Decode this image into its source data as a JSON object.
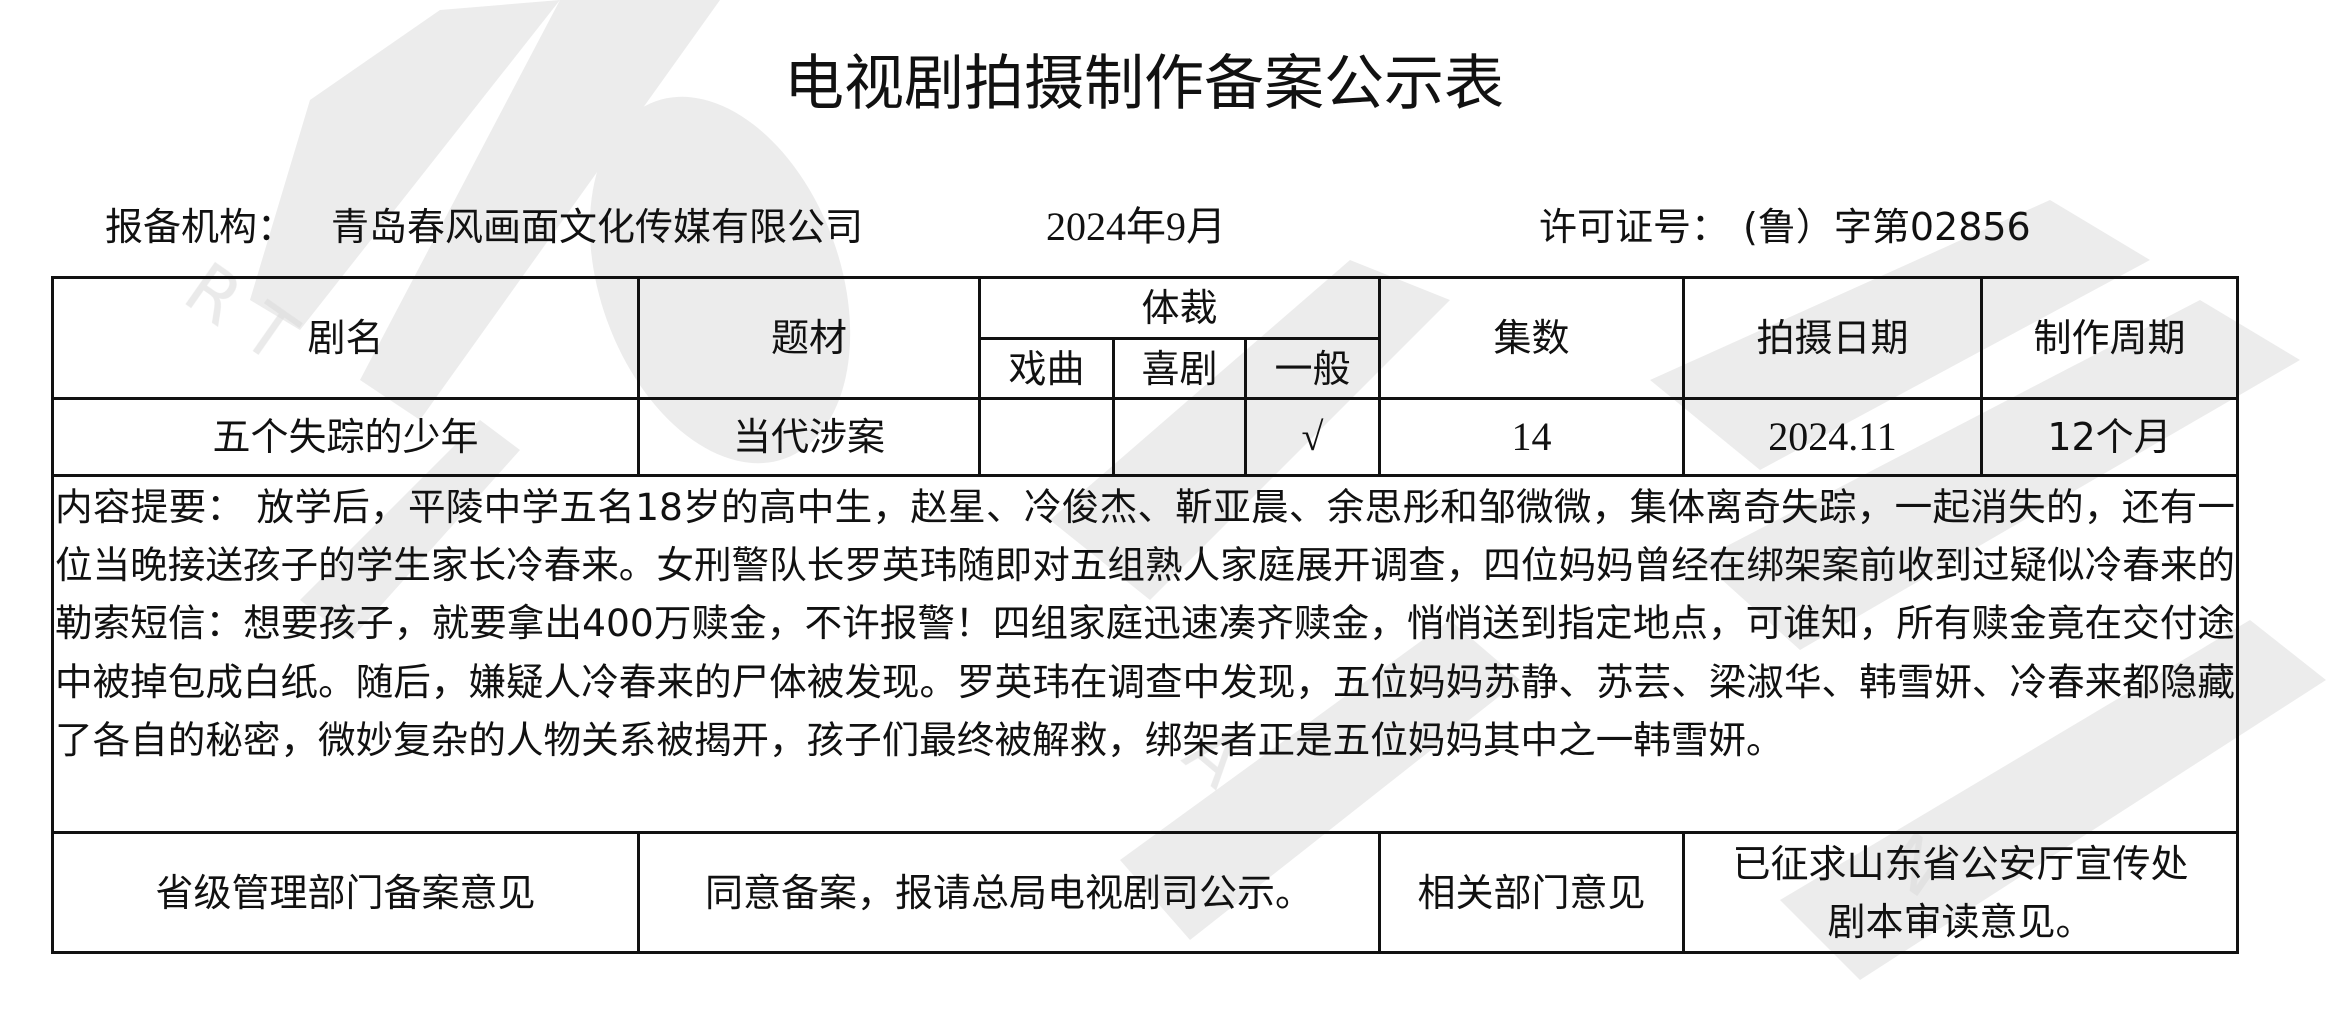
{
  "document": {
    "title": "电视剧拍摄制作备案公示表",
    "info": {
      "org_label": "报备机构：",
      "org_value": "青岛春风画面文化传媒有限公司",
      "date": "2024年9月",
      "license_label": "许可证号：",
      "license_value": "(鲁）字第02856"
    },
    "table": {
      "headers": {
        "name": "剧名",
        "subject": "题材",
        "genre": "体裁",
        "genre_sub": [
          "戏曲",
          "喜剧",
          "一般"
        ],
        "episodes": "集数",
        "shoot_date": "拍摄日期",
        "cycle": "制作周期"
      },
      "row": {
        "name": "五个失踪的少年",
        "subject": "当代涉案",
        "genre_opera": "",
        "genre_comedy": "",
        "genre_general": "√",
        "episodes": "14",
        "shoot_date": "2024.11",
        "cycle": "12个月"
      },
      "summary": {
        "label": "内容提要：",
        "text": " 放学后，平陵中学五名18岁的高中生，赵星、冷俊杰、靳亚晨、余思彤和邹微微，集体离奇失踪，一起消失的，还有一位当晚接送孩子的学生家长冷春来。女刑警队长罗英玮随即对五组熟人家庭展开调查，四位妈妈曾经在绑架案前收到过疑似冷春来的勒索短信：想要孩子，就要拿出400万赎金，不许报警！四组家庭迅速凑齐赎金，悄悄送到指定地点，可谁知，所有赎金竟在交付途中被掉包成白纸。随后，嫌疑人冷春来的尸体被发现。罗英玮在调查中发现，五位妈妈苏静、苏芸、梁淑华、韩雪妍、冷春来都隐藏了各自的秘密，微妙复杂的人物关系被揭开，孩子们最终被解救，绑架者正是五位妈妈其中之一韩雪妍。"
      },
      "opinions": {
        "provincial_label": "省级管理部门备案意见",
        "provincial_value": "同意备案，报请总局电视剧司公示。",
        "related_label": "相关部门意见",
        "related_value_line1": "已征求山东省公安厅宣传处",
        "related_value_line2": "剧本审读意见。"
      }
    }
  },
  "colors": {
    "text": "#111111",
    "border": "#111111",
    "background": "#ffffff",
    "watermark": "#e3e3e3"
  }
}
